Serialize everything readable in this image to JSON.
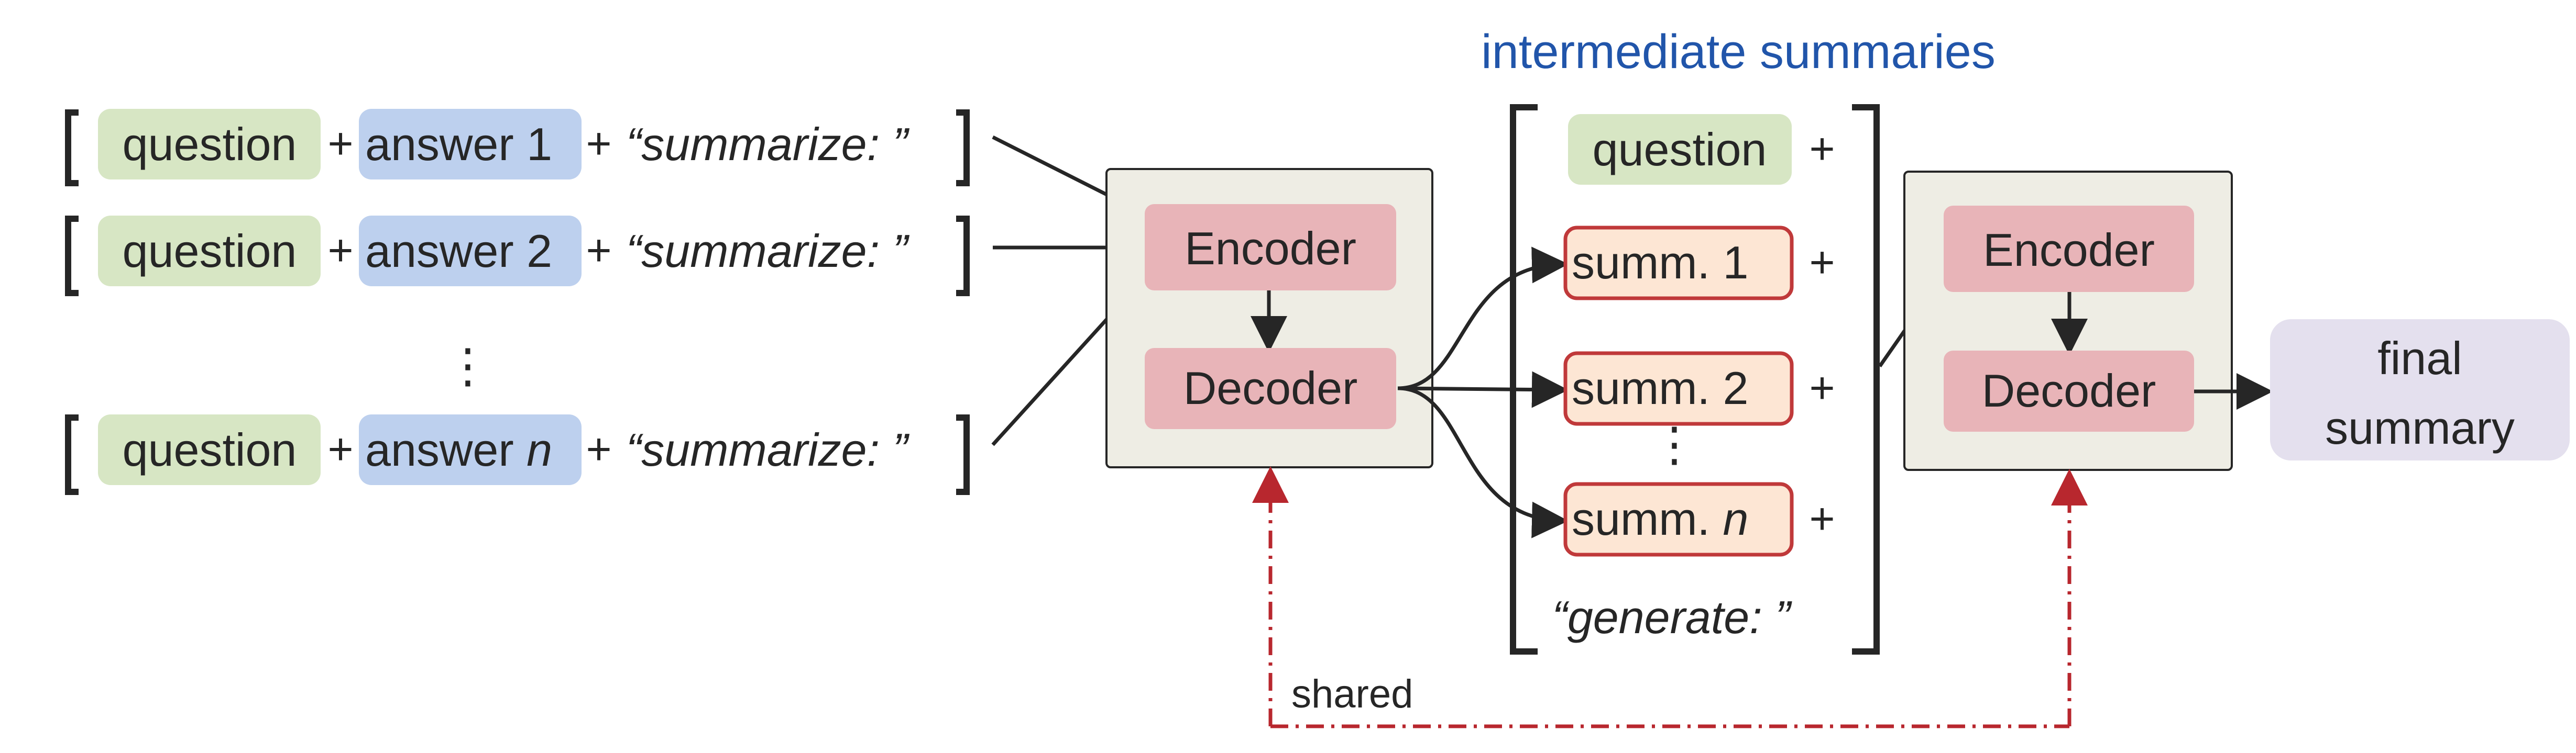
{
  "header": {
    "intermediate_summaries": "intermediate summaries"
  },
  "inputs": {
    "rows": [
      {
        "question": "question",
        "plus": "+",
        "answer_prefix": "answer ",
        "answer_index": "1",
        "prompt": "“summarize: ”"
      },
      {
        "question": "question",
        "plus": "+",
        "answer_prefix": "answer ",
        "answer_index": "2",
        "prompt": "“summarize: ”"
      },
      {
        "question": "question",
        "plus": "+",
        "answer_prefix": "answer ",
        "answer_index": "n",
        "prompt": "“summarize: ”"
      }
    ],
    "ellipsis": "⋮"
  },
  "model1": {
    "encoder": "Encoder",
    "decoder": "Decoder"
  },
  "intermediate": {
    "question": "question",
    "plus": "+",
    "summaries": [
      {
        "prefix": "summ. ",
        "index": "1"
      },
      {
        "prefix": "summ. ",
        "index": "2"
      },
      {
        "prefix": "summ. ",
        "index": "n"
      }
    ],
    "ellipsis": "⋮",
    "prompt": "“generate: ”"
  },
  "model2": {
    "encoder": "Encoder",
    "decoder": "Decoder"
  },
  "output": {
    "line1": "final",
    "line2": "summary"
  },
  "shared_label": "shared",
  "colors": {
    "question_fill": "#d7e6c4",
    "answer_fill": "#bdd0ee",
    "coder_fill": "#e8b4b8",
    "model_box_fill": "#eeede4",
    "summ_fill": "#fde6d4",
    "summ_border": "#c0393a",
    "final_fill": "#e4e0ee",
    "title_blue": "#2155aa",
    "shared_red": "#b8272e",
    "text": "#262626"
  }
}
